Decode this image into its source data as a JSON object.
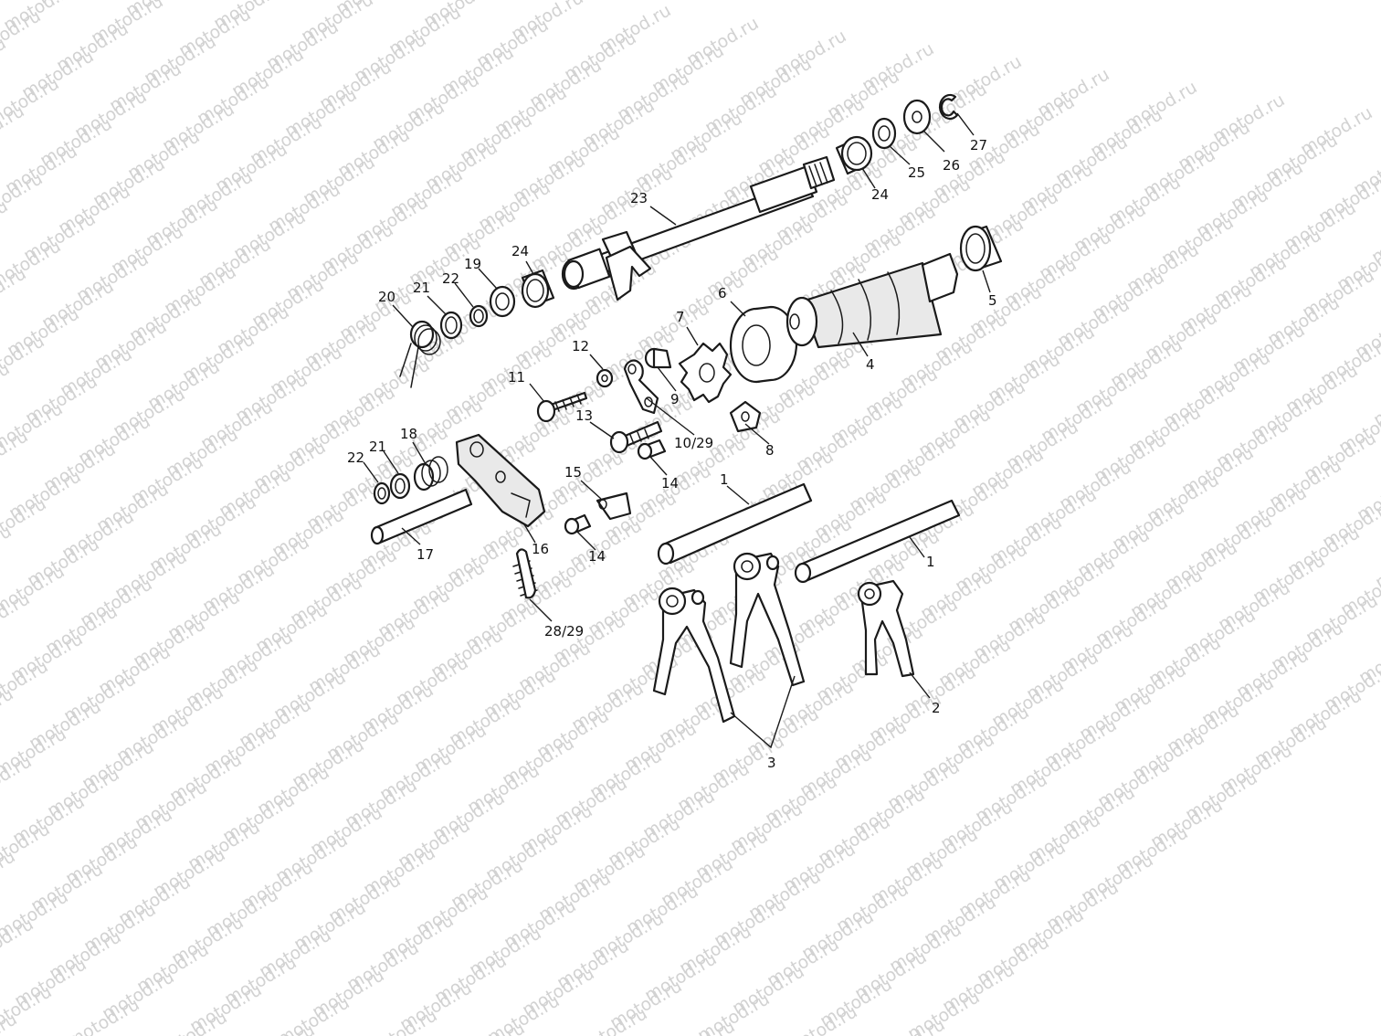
{
  "watermark": {
    "text": "motod.ru",
    "color": "#d2d2d2"
  },
  "callouts": {
    "c1a": "1",
    "c1b": "1",
    "c2": "2",
    "c3": "3",
    "c4": "4",
    "c5": "5",
    "c6": "6",
    "c7": "7",
    "c8": "8",
    "c9": "9",
    "c10": "10/29",
    "c11": "11",
    "c12": "12",
    "c13": "13",
    "c14a": "14",
    "c14b": "14",
    "c15": "15",
    "c16": "16",
    "c17": "17",
    "c18": "18",
    "c19": "19",
    "c20": "20",
    "c21a": "21",
    "c21b": "21",
    "c22a": "22",
    "c22b": "22",
    "c23": "23",
    "c24a": "24",
    "c24b": "24",
    "c25": "25",
    "c26": "26",
    "c27": "27",
    "c28": "28/29"
  }
}
